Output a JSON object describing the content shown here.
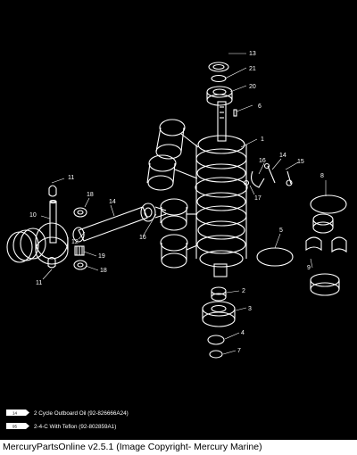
{
  "diagram": {
    "callouts": [
      {
        "id": "c13",
        "text": "13"
      },
      {
        "id": "c21",
        "text": "21"
      },
      {
        "id": "c20",
        "text": "20"
      },
      {
        "id": "c6",
        "text": "6"
      },
      {
        "id": "c1",
        "text": "1"
      },
      {
        "id": "c16a",
        "text": "16"
      },
      {
        "id": "c14a",
        "text": "14"
      },
      {
        "id": "c15",
        "text": "15"
      },
      {
        "id": "c17",
        "text": "17"
      },
      {
        "id": "c8",
        "text": "8"
      },
      {
        "id": "c11a",
        "text": "11"
      },
      {
        "id": "c18a",
        "text": "18"
      },
      {
        "id": "c14b",
        "text": "14"
      },
      {
        "id": "c10",
        "text": "10"
      },
      {
        "id": "c16b",
        "text": "16"
      },
      {
        "id": "c5",
        "text": "5"
      },
      {
        "id": "c12",
        "text": "12"
      },
      {
        "id": "c19",
        "text": "19"
      },
      {
        "id": "c18b",
        "text": "18"
      },
      {
        "id": "c11b",
        "text": "11"
      },
      {
        "id": "c9",
        "text": "9"
      },
      {
        "id": "c2",
        "text": "2"
      },
      {
        "id": "c3",
        "text": "3"
      },
      {
        "id": "c4",
        "text": "4"
      },
      {
        "id": "c7",
        "text": "7"
      }
    ]
  },
  "legend": [
    {
      "badge": "14",
      "label": "2 Cycle Outboard Oil (92-826666A24)"
    },
    {
      "badge": "95",
      "label": "2-4-C With Teflon (92-802859A1)"
    }
  ],
  "footer": {
    "text": "MercuryPartsOnline v2.5.1 (Image Copyright- Mercury Marine)"
  },
  "colors": {
    "background": "#000000",
    "linework": "#ffffff",
    "footer_background": "#ffffff",
    "footer_text": "#000000"
  }
}
